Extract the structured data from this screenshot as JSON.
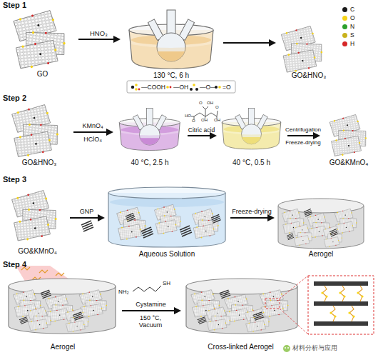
{
  "diagram": {
    "nodes": [
      {
        "text": [
          "GO"
        ]
      },
      {
        "text": [
          "130 °C, 6 h"
        ]
      },
      {
        "text": [
          "GO&HNO₃"
        ]
      },
      {
        "text": [
          "GO&HNO₃"
        ]
      },
      {
        "text": [
          "40 °C, 2.5 h"
        ]
      },
      {
        "text": [
          "40 °C, 0.5 h"
        ]
      },
      {
        "text": [
          "GO&KMnO₄"
        ]
      },
      {
        "text": [
          "GO&KMnO₄"
        ]
      },
      {
        "text": [
          "Aqueous Solution"
        ]
      },
      {
        "text": [
          "Aerogel"
        ]
      },
      {
        "text": [
          "Aerogel"
        ]
      },
      {
        "text": [
          "Cross-linked Aerogel"
        ]
      }
    ],
    "edges": [
      {
        "from": 0,
        "to": 1,
        "label": "HNO₃",
        "arrow": "to"
      },
      {
        "from": 1,
        "to": 2,
        "arrow": "to"
      },
      {
        "from": 3,
        "to": 4,
        "label": "KMnO₄",
        "arrow": "to"
      },
      {
        "from": 4,
        "to": 5,
        "label": "Citric acid",
        "arrow": "to"
      },
      {
        "from": 5,
        "to": 6,
        "label": "Centrifugation",
        "arrow": "to"
      },
      {
        "from": 7,
        "to": 8,
        "label": "GNP",
        "arrow": "to"
      },
      {
        "from": 8,
        "to": 9,
        "label": "Freeze-drying",
        "arrow": "to"
      },
      {
        "from": 10,
        "to": 11,
        "label": "Cystamine",
        "arrow": "to"
      }
    ],
    "labels": [
      "Step 1",
      "Step 2",
      "Step 3",
      "Step 4",
      "HClO₄",
      "HO",
      "O",
      "O",
      "OH",
      "OH",
      "O",
      "OH",
      "Freeze-drying",
      "NH₂",
      "SH",
      "150 °C, Vacuum",
      "材料分析与应用"
    ],
    "legend": [
      {
        "text": "C",
        "color": "#1a1a1a"
      },
      {
        "text": "O",
        "color": "#f7d417"
      },
      {
        "text": "N",
        "color": "#2ca02c"
      },
      {
        "text": "S",
        "color": "#c9b21c"
      },
      {
        "text": "H",
        "color": "#d62728"
      },
      {
        "text": "—COOH"
      },
      {
        "text": "—OH"
      },
      {
        "text": "—O—"
      },
      {
        "text": "=O"
      }
    ]
  }
}
